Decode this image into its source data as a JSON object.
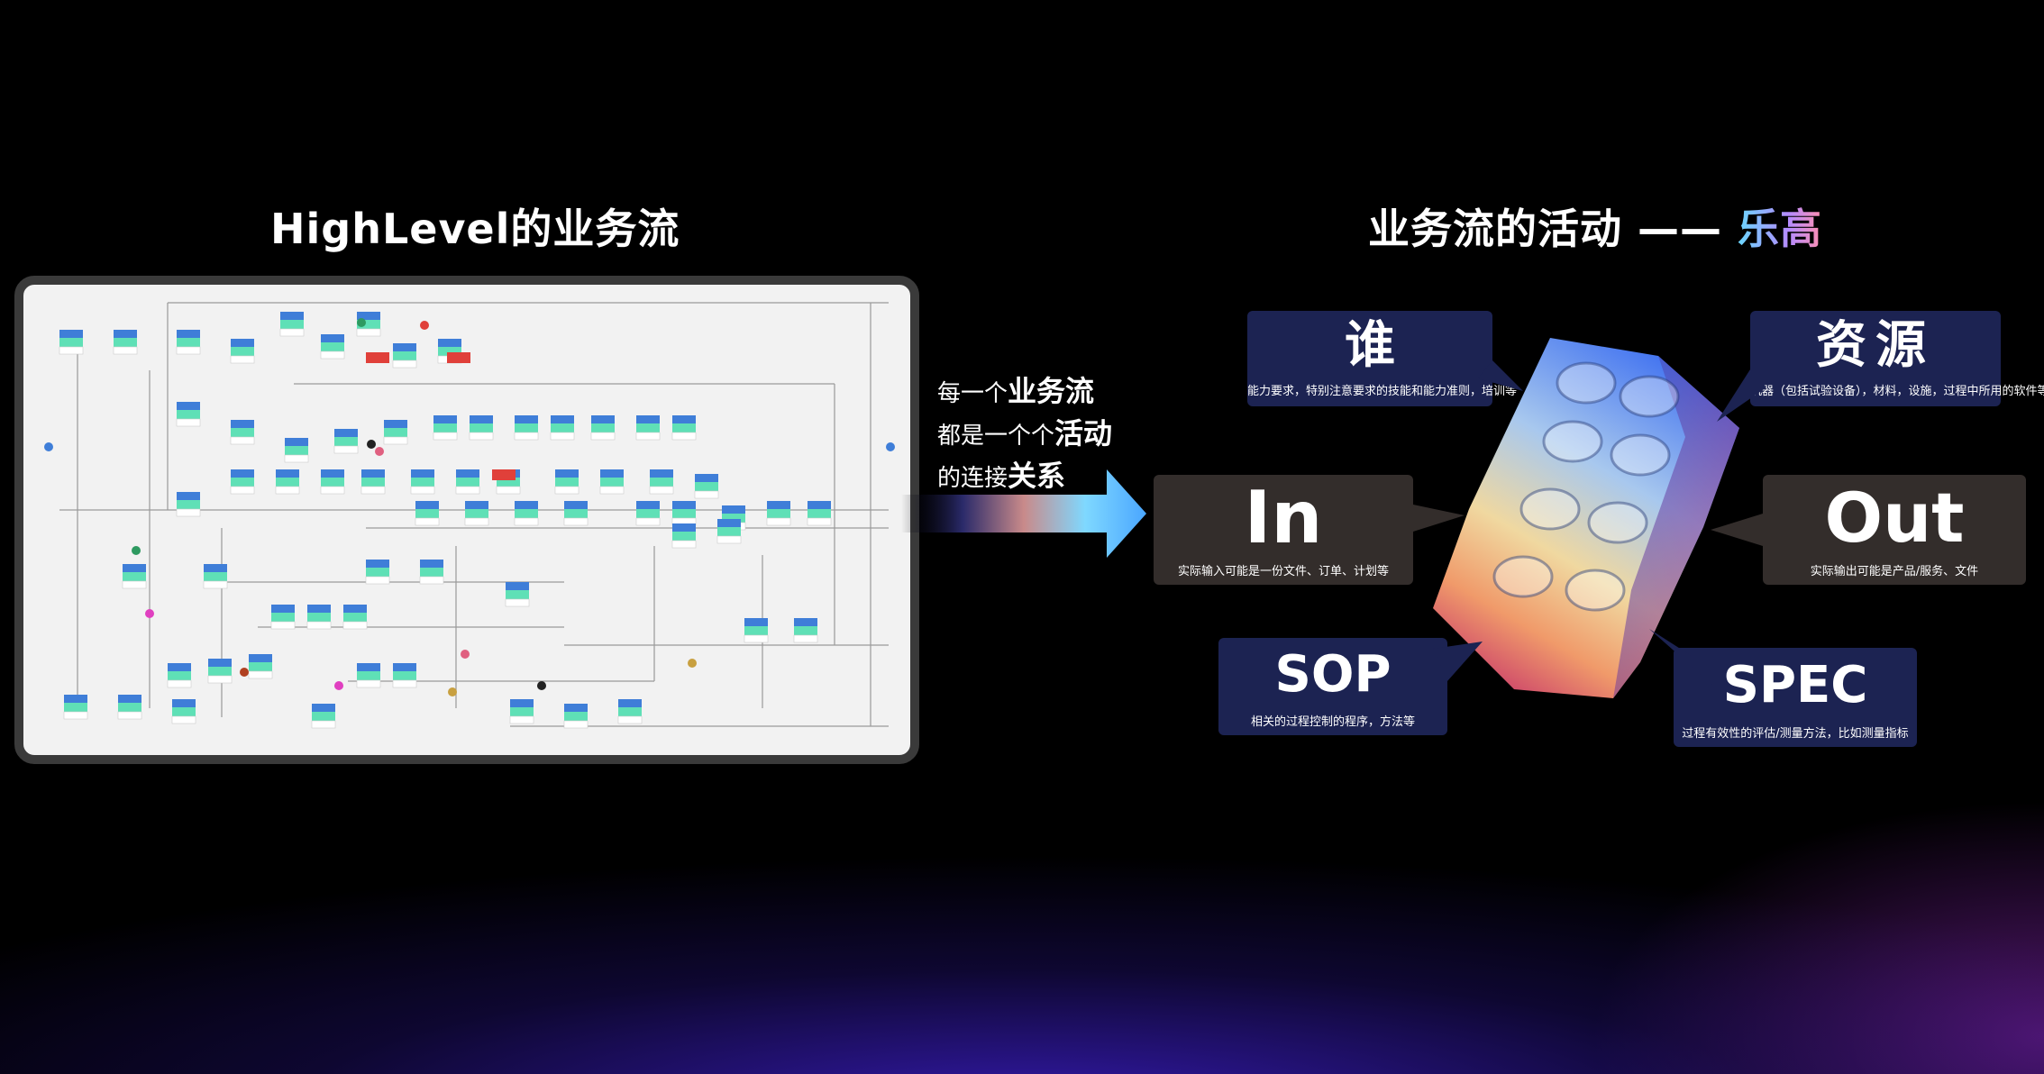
{
  "left_title": "HighLevel的业务流",
  "right_title": {
    "main": "业务流的活动 —— ",
    "accent": "乐高"
  },
  "caption": {
    "line1": {
      "normal": "每一个",
      "bold": "业务流"
    },
    "line2": {
      "normal": "都是一个个",
      "bold": "活动"
    },
    "line3": {
      "normal": "的连接",
      "bold": "关系"
    }
  },
  "boxes": {
    "who": {
      "title": "谁",
      "desc": "能力要求，特别注意要求的技能和能力准则，培训等"
    },
    "resource": {
      "title": "资源",
      "desc": "机器（包括试验设备），材料，设施，过程中所用的软件等"
    },
    "in": {
      "title": "In",
      "desc": "实际输入可能是一份文件、订单、计划等"
    },
    "out": {
      "title": "Out",
      "desc": "实际输出可能是产品/服务、文件"
    },
    "sop": {
      "title": "SOP",
      "desc": "相关的过程控制的程序，方法等"
    },
    "spec": {
      "title": "SPEC",
      "desc": "过程有效性的评估/测量方法，比如测量指标"
    }
  },
  "colors": {
    "navy_box": "#1c2352",
    "dark_box": "#332d2b",
    "flow_node_header": "#3f7ed8",
    "flow_node_body": "#5fe0b6"
  }
}
